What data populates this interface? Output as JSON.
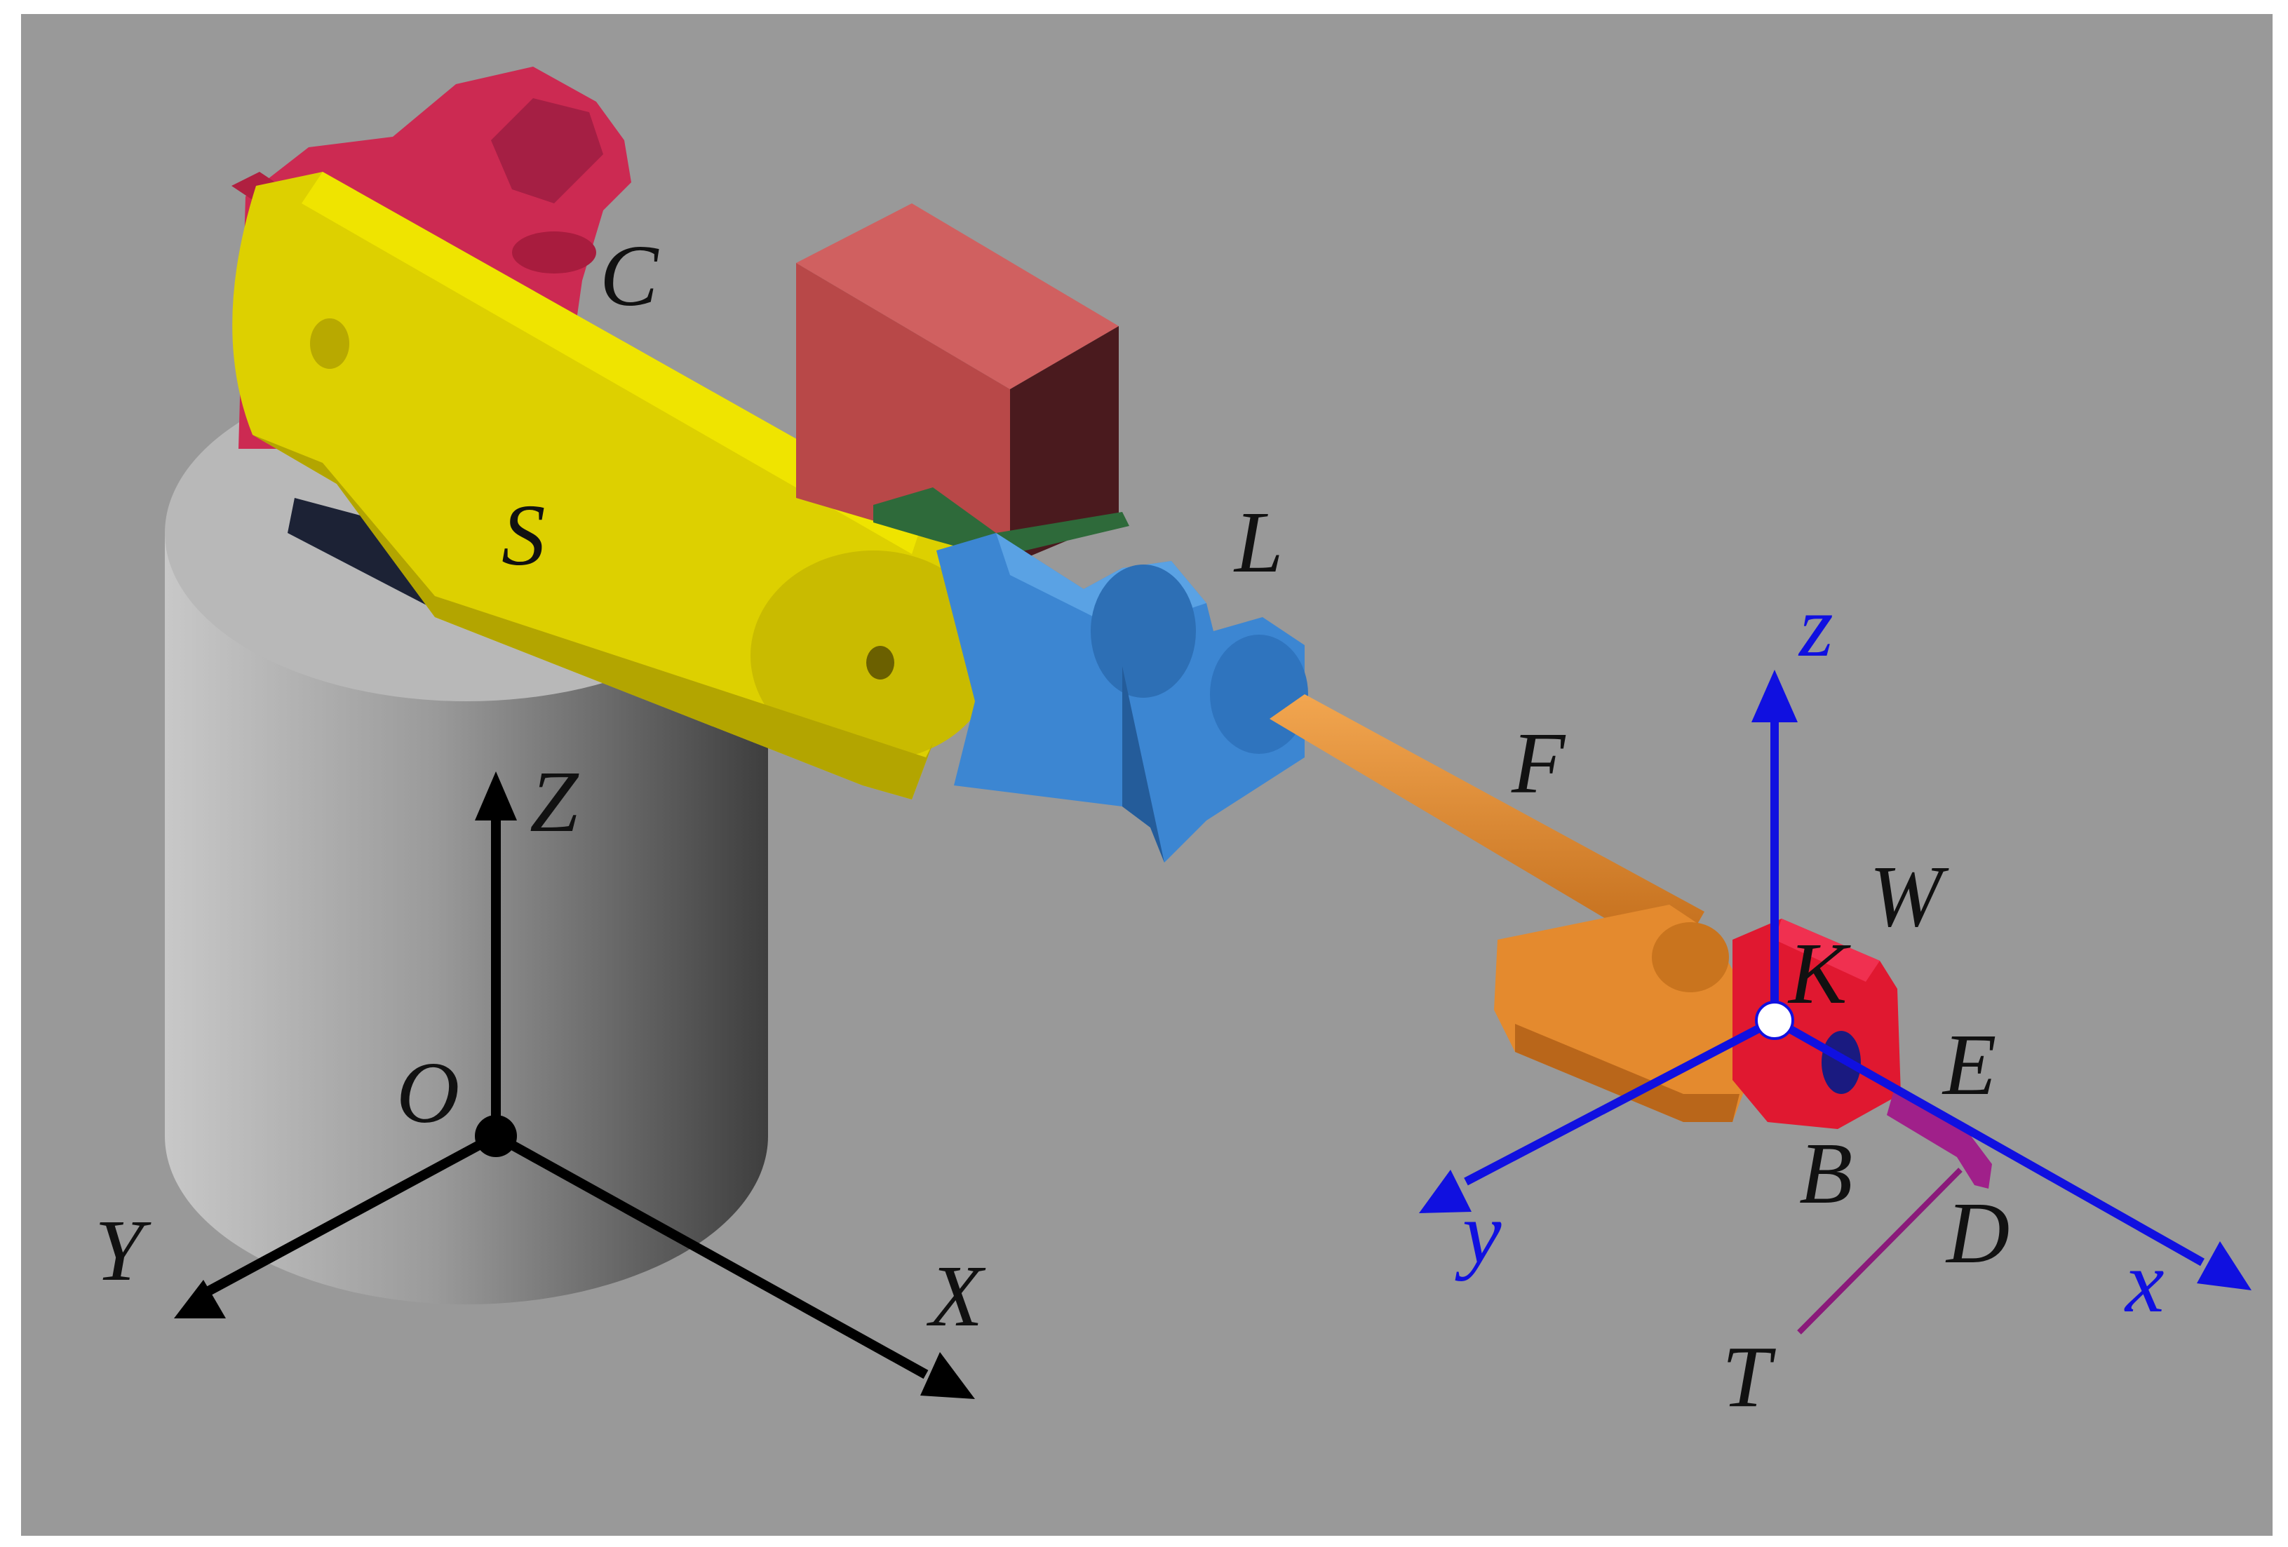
{
  "figure": {
    "background_color": "#999999",
    "colors": {
      "base": "#b3b3b3",
      "shoulder_arm": "#e6d200",
      "carriage": "#3c86d2",
      "forearm": "#e48a2e",
      "shoulder_motor": "#cc2a52",
      "wrist": "#e01830",
      "counterweight": "#c04848",
      "global_frame": "#000000",
      "tool_frame": "#1010e0",
      "tool_line": "#8a1a7a"
    },
    "global_frame": {
      "origin": "O",
      "axes": [
        "X",
        "Y",
        "Z"
      ]
    },
    "tool_frame": {
      "origin": "K",
      "axes": [
        "x",
        "y",
        "z"
      ]
    },
    "component_labels": {
      "C": "C",
      "S": "S",
      "L": "L",
      "F": "F",
      "W": "W",
      "E": "E",
      "B": "B",
      "D": "D",
      "T": "T"
    }
  }
}
